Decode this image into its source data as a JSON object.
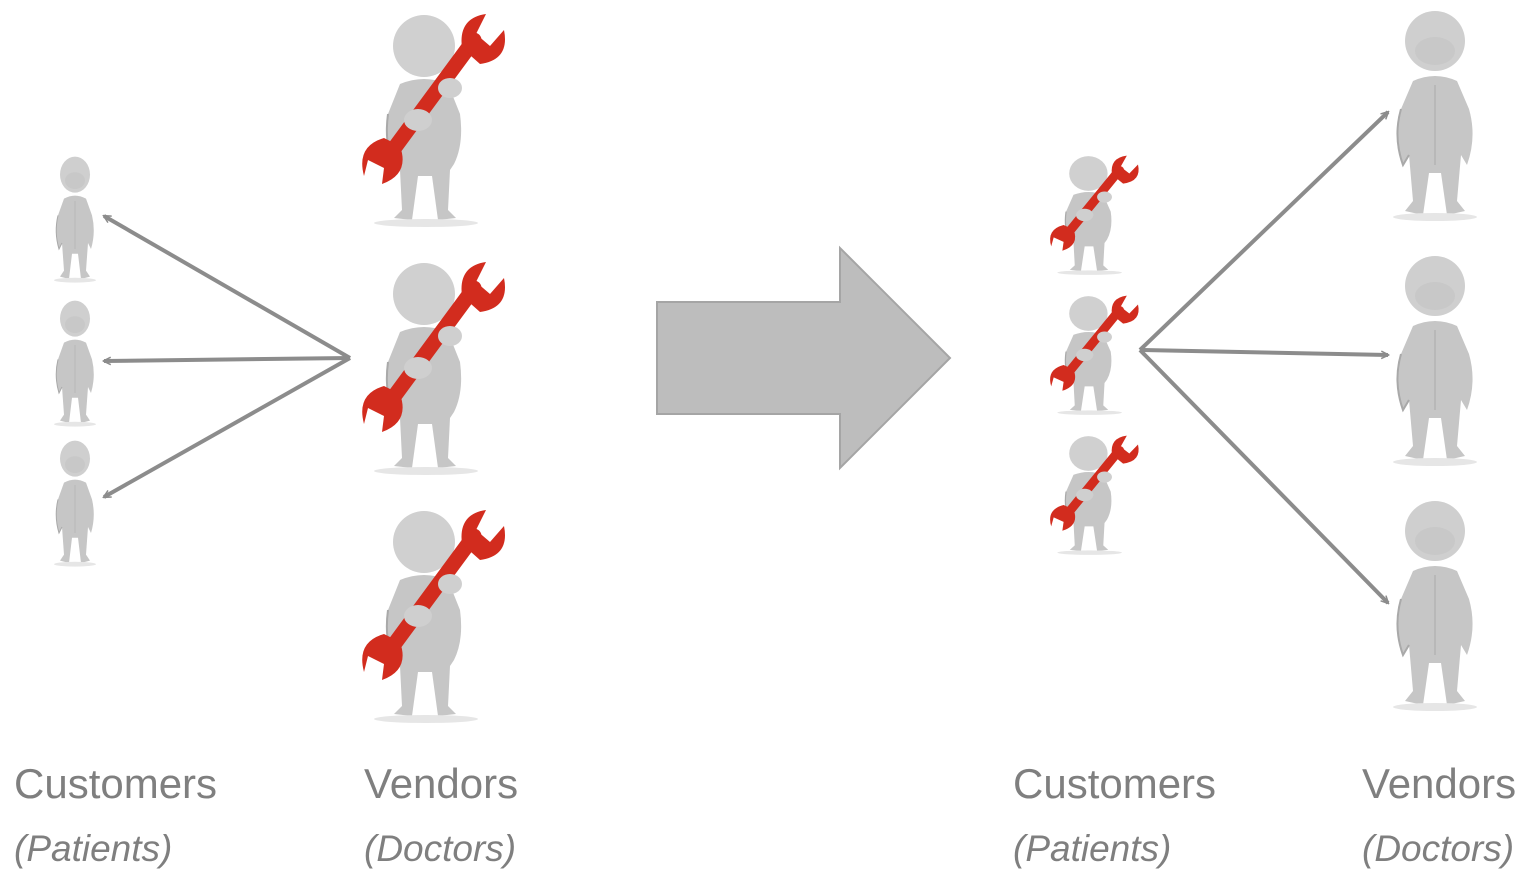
{
  "before": {
    "customers_label": "Customers",
    "customers_sublabel": "(Patients)",
    "vendors_label": "Vendors",
    "vendors_sublabel": "(Doctors)"
  },
  "after": {
    "customers_label": "Customers",
    "customers_sublabel": "(Patients)",
    "vendors_label": "Vendors",
    "vendors_sublabel": "(Doctors)"
  },
  "colors": {
    "figure": "#c9c9c9",
    "figure_shade": "#a9a9a9",
    "wrench": "#d22c1e",
    "connector_arrow": "#8c8c8c",
    "transition_arrow": "#bdbdbd",
    "label_text": "#7f7f7f"
  },
  "icons": {
    "customer_before": "person-icon",
    "vendor_before": "person-with-wrench-icon",
    "customer_after": "person-with-wrench-icon",
    "vendor_after": "person-icon"
  }
}
